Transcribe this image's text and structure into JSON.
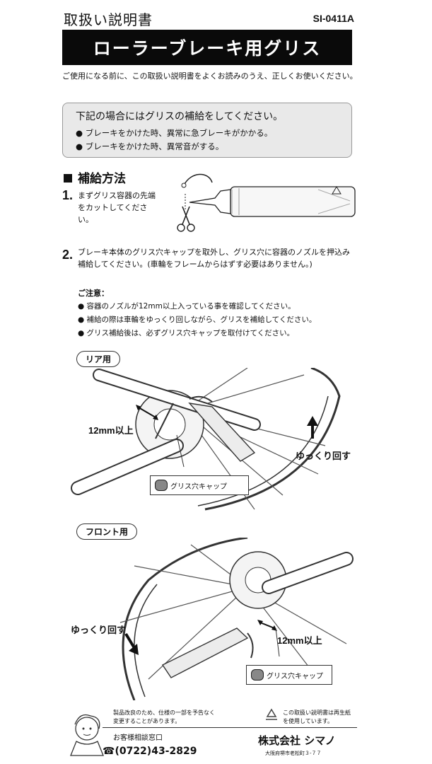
{
  "header": {
    "doc_title": "取扱い説明書",
    "doc_code": "SI-0411A",
    "product_title": "ローラーブレーキ用グリス"
  },
  "intro_text": "ご使用になる前に、この取扱い説明書をよくお読みのうえ、正しくお使いください。",
  "notice": {
    "heading": "下記の場合にはグリスの補給をしてください。",
    "items": [
      "ブレーキをかけた時、異常に急ブレーキがかかる。",
      "ブレーキをかけた時、異常音がする。"
    ]
  },
  "section_title": "補給方法",
  "step1": {
    "num": "1.",
    "text": "まずグリス容器の先端をカットしてください。"
  },
  "step2": {
    "num": "2.",
    "text": "ブレーキ本体のグリス穴キャップを取外し、グリス穴に容器のノズルを押込み補給してください。(車輪をフレームからはずす必要はありません。)",
    "caution_heading": "ご注意：",
    "cautions": [
      "容器のノズルが12mm以上入っている事を確認してください。",
      "補給の際は車輪をゆっくり回しながら、グリスを補給してください。",
      "グリス補給後は、必ずグリス穴キャップを取付けてください。"
    ]
  },
  "rear": {
    "label": "リア用",
    "depth": "12mm以上",
    "rotate": "ゆっくり回す",
    "cap": "グリス穴キャップ"
  },
  "front": {
    "label": "フロント用",
    "depth": "12mm以上",
    "rotate": "ゆっくり回す",
    "cap": "グリス穴キャップ"
  },
  "footer": {
    "notice_text": "製品改良のため、仕様の一部を予告なく変更することがあります。",
    "contact_label": "お客様相談窓口",
    "phone": "☎(0722)43-2829",
    "recycle_text": "この取扱い説明書は再生紙を使用しています。",
    "company": "株式会社 シマノ",
    "address": "大阪府堺市老松町３-７７"
  }
}
